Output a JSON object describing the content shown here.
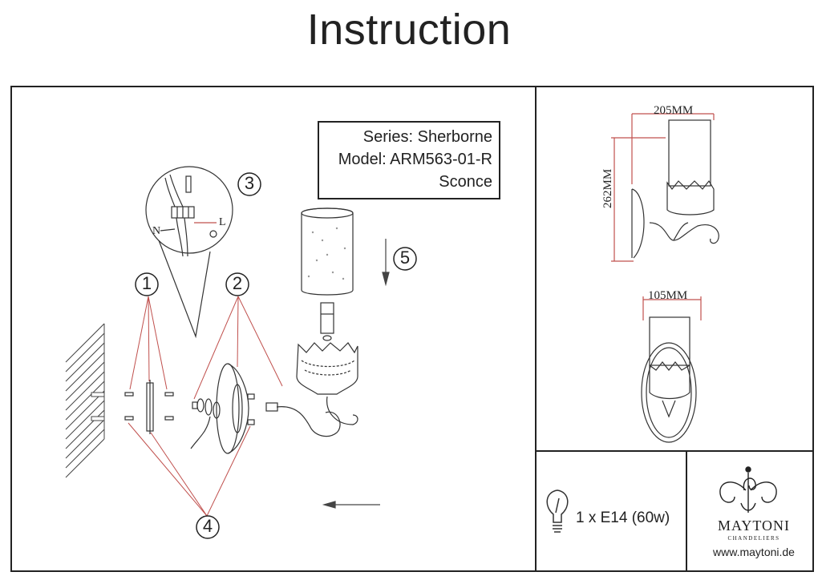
{
  "header": {
    "title": "Instruction"
  },
  "info": {
    "series": "Series: Sherborne",
    "model": "Model: ARM563-01-R",
    "type": "Sconce"
  },
  "steps": [
    "1",
    "2",
    "3",
    "4",
    "5"
  ],
  "wiring": {
    "neutral": "N",
    "live": "L"
  },
  "dimensions": {
    "width_side": "205MM",
    "height": "262MM",
    "width_front": "105MM"
  },
  "bulb": {
    "spec": "1 x E14 (60w)",
    "icon": "light-bulb-icon"
  },
  "brand": {
    "name": "MAYTONI",
    "subtitle": "CHANDELIERS",
    "url": "www.maytoni.de"
  },
  "colors": {
    "line": "#222222",
    "leader": "#c0504d"
  }
}
